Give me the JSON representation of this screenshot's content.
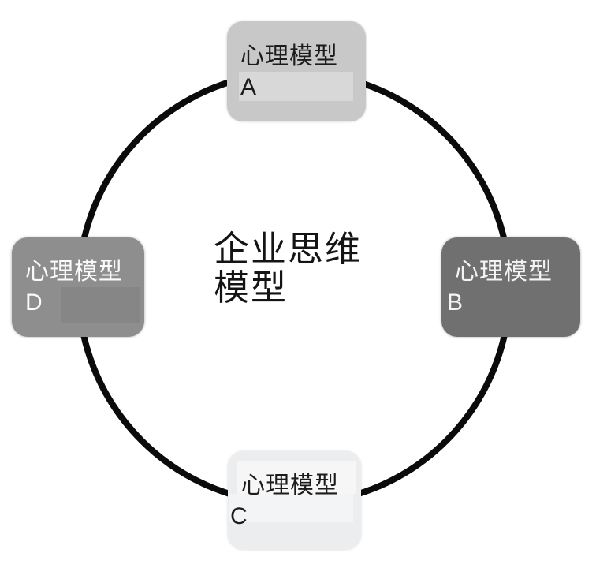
{
  "diagram": {
    "center_title": {
      "line1": "企业思维",
      "line2": "模型"
    },
    "circle": {
      "color": "#0b0b0b",
      "stroke_width": 8
    },
    "nodes": [
      {
        "label": "心理模型",
        "letter": "A",
        "position": "top",
        "bg": "#c8c8c9",
        "fg": "#1c1c1c"
      },
      {
        "label": "心理模型",
        "letter": "B",
        "position": "right",
        "bg": "#707070",
        "fg": "#f4f4f4"
      },
      {
        "label": "心理模型",
        "letter": "C",
        "position": "bottom",
        "bg": "#ecedef",
        "fg": "#1c1c1c"
      },
      {
        "label": "心理模型",
        "letter": "D",
        "position": "left",
        "bg": "#8e8e8e",
        "fg": "#fafafa"
      }
    ]
  }
}
